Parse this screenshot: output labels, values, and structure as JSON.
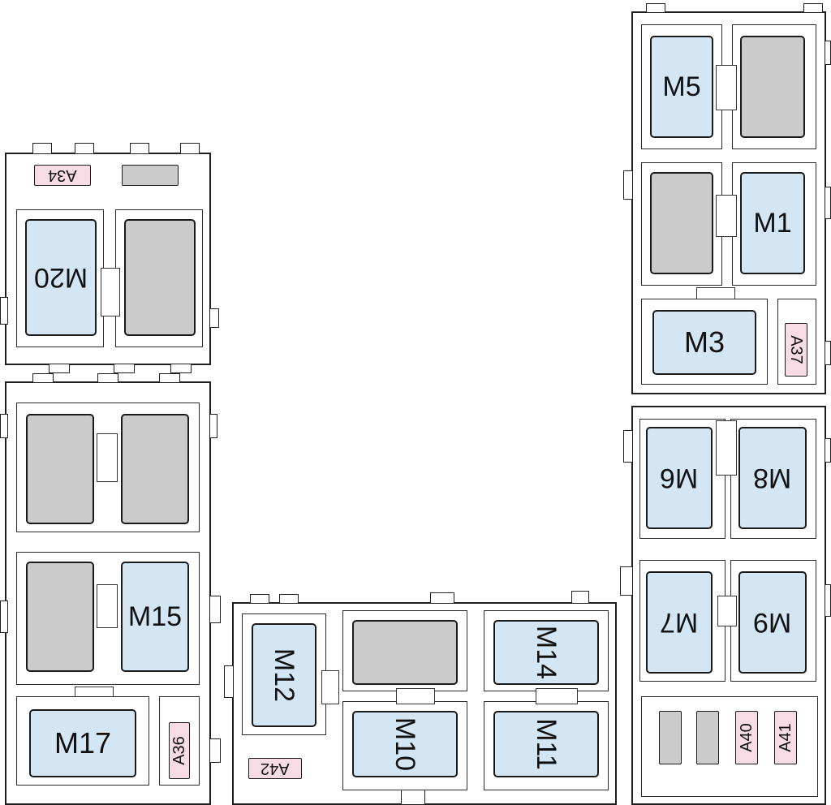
{
  "colors": {
    "relay_fill": "#d4e6f4",
    "empty_fill": "#cbcbcb",
    "fuse_fill": "#f7dbe5",
    "outline": "#1f1f1f",
    "background": "#ffffff"
  },
  "relays": {
    "M1": "M1",
    "M3": "M3",
    "M5": "M5",
    "M6": "M6",
    "M7": "M7",
    "M8": "M8",
    "M9": "M9",
    "M10": "M10",
    "M11": "M11",
    "M12": "M12",
    "M14": "M14",
    "M15": "M15",
    "M17": "M17",
    "M20": "M20"
  },
  "fuses": {
    "A34": "A34",
    "A36": "A36",
    "A37": "A37",
    "A40": "A40",
    "A41": "A41",
    "A42": "A42"
  }
}
